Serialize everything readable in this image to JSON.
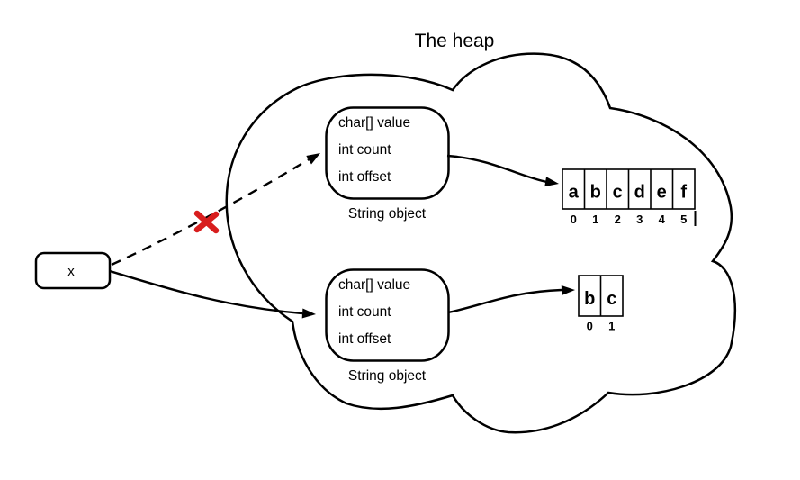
{
  "title": "The heap",
  "variable": {
    "label": "x"
  },
  "objects": [
    {
      "fields": [
        "char[] value",
        "int count",
        "int offset"
      ],
      "label": "String object"
    },
    {
      "fields": [
        "char[] value",
        "int count",
        "int offset"
      ],
      "label": "String object"
    }
  ],
  "arrays": [
    {
      "cells": [
        "a",
        "b",
        "c",
        "d",
        "e",
        "f"
      ],
      "indices": [
        "0",
        "1",
        "2",
        "3",
        "4",
        "5"
      ]
    },
    {
      "cells": [
        "b",
        "c"
      ],
      "indices": [
        "0",
        "1"
      ]
    }
  ],
  "icons": {
    "broken_reference_mark": "red-x-icon"
  },
  "colors": {
    "line": "#000000",
    "broken_mark": "#d81e1e",
    "background": "#ffffff"
  }
}
